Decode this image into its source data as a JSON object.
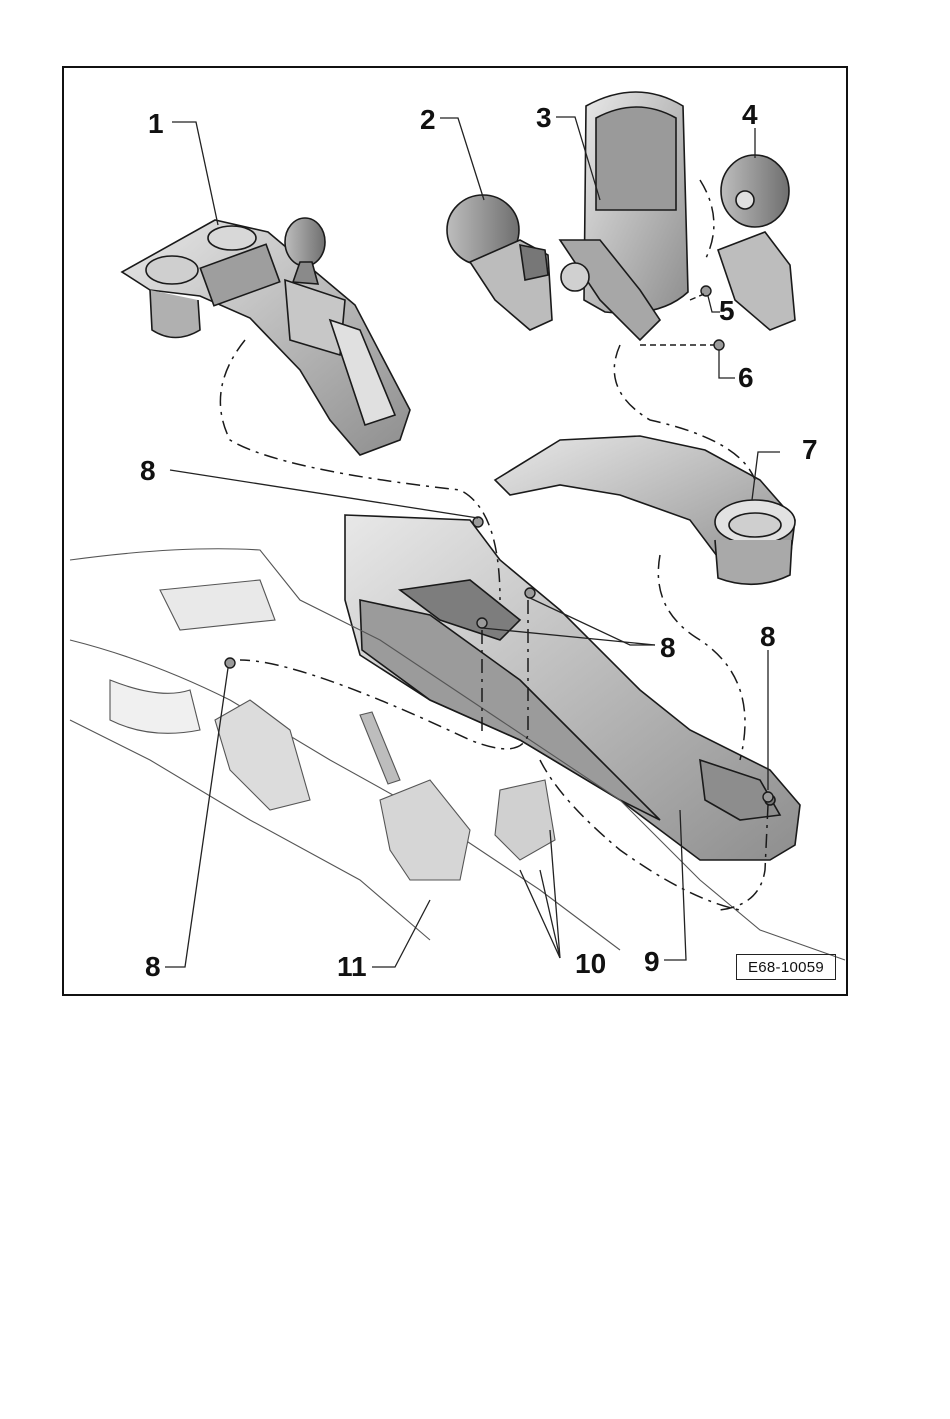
{
  "callouts": {
    "c1": "1",
    "c2": "2",
    "c3": "3",
    "c4": "4",
    "c5": "5",
    "c6": "6",
    "c7": "7",
    "c8a": "8",
    "c8b": "8",
    "c8c": "8",
    "c8d": "8",
    "c9": "9",
    "c10": "10",
    "c11": "11"
  },
  "figure_code": "E68-10059",
  "colors": {
    "line": "#1a1a1a",
    "shade": "#9a9a9a",
    "light": "#d4d4d4",
    "paper": "#ffffff"
  }
}
